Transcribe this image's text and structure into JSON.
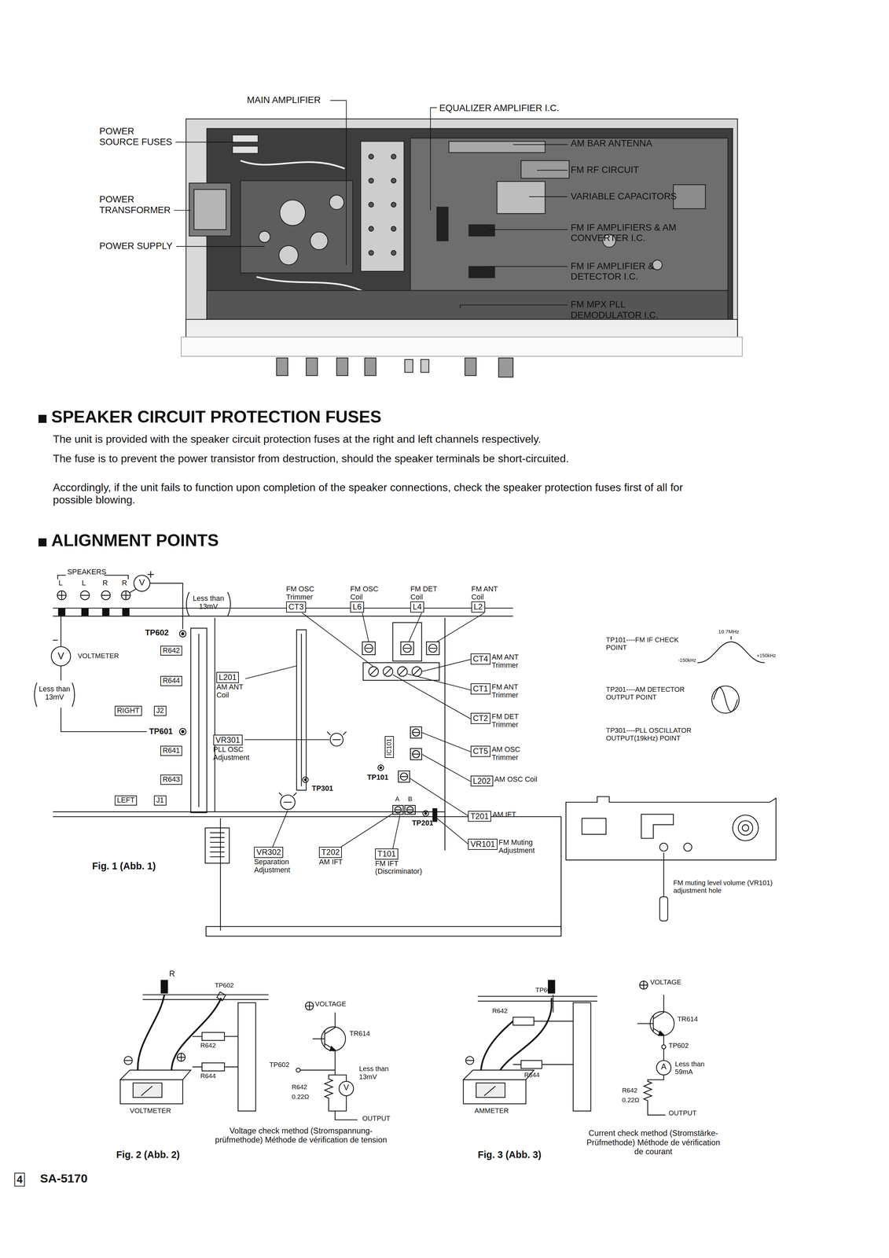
{
  "diagram": {
    "nodes": [
      {
        "text": [
          "CT3",
          "FM OSC Trimmer"
        ]
      },
      {
        "text": [
          "L6",
          "FM OSC Coil"
        ]
      },
      {
        "text": [
          "L4",
          "FM DET Coil"
        ]
      },
      {
        "text": [
          "L2",
          "FM ANT Coil"
        ]
      },
      {
        "text": [
          "L201",
          "AM ANT Coil"
        ]
      },
      {
        "text": [
          "CT4",
          "AM ANT Trimmer"
        ]
      },
      {
        "text": [
          "CT1",
          "FM ANT Trimmer"
        ]
      },
      {
        "text": [
          "CT2",
          "FM DET Trimmer"
        ]
      },
      {
        "text": [
          "VR301",
          "PLL OSC Adjustment"
        ]
      },
      {
        "text": [
          "IC101"
        ]
      },
      {
        "text": [
          "CT5",
          "AM OSC Trimmer"
        ]
      },
      {
        "text": [
          "L202",
          "AM OSC Coil"
        ]
      },
      {
        "text": [
          "T201",
          "AM IFT"
        ]
      },
      {
        "text": [
          "VR101",
          "FM Muting Adjustment"
        ]
      },
      {
        "text": [
          "VR302",
          "Separation Adjustment"
        ]
      },
      {
        "text": [
          "T202",
          "AM IFT"
        ]
      },
      {
        "text": [
          "T101",
          "FM IFT (Discriminator)"
        ]
      },
      {
        "text": [
          "R642"
        ]
      },
      {
        "text": [
          "R644"
        ]
      },
      {
        "text": [
          "RIGHT"
        ]
      },
      {
        "text": [
          "J2"
        ]
      },
      {
        "text": [
          "R641"
        ]
      },
      {
        "text": [
          "R643"
        ]
      },
      {
        "text": [
          "LEFT"
        ]
      },
      {
        "text": [
          "J1"
        ]
      },
      {
        "text": [
          "4"
        ]
      }
    ],
    "labels": [
      "MAIN AMPLIFIER",
      "POWER SOURCE FUSES",
      "POWER TRANSFORMER",
      "POWER SUPPLY",
      "EQUALIZER AMPLIFIER I.C.",
      "AM BAR ANTENNA",
      "FM RF CIRCUIT",
      "VARIABLE CAPACITORS",
      "FM IF AMPLIFIERS & AM CONVERTER I.C.",
      "FM IF AMPLIFIER & DETECTOR I.C.",
      "FM MPX PLL DEMODULATOR I.C.",
      "SPEAKER CIRCUIT PROTECTION FUSES",
      "The unit is provided with the speaker circuit protection fuses at the right and left channels respectively.",
      "The fuse is to prevent the power transistor from destruction, should the speaker terminals be short-circuited.",
      "Accordingly, if the unit fails to function upon completion of the speaker connections, check the speaker protection fuses first of all for possible blowing.",
      "ALIGNMENT POINTS",
      "SPEAKERS",
      "L",
      "L",
      "R",
      "R",
      "V",
      "Less than 13mV",
      "TP602",
      "V",
      "VOLTMETER",
      "Less than 13mV",
      "TP601",
      "TP301",
      "TP101",
      "A",
      "B",
      "TP201",
      "Fig. 1 (Abb. 1)",
      "TP101----FM IF CHECK POINT",
      "10.7MHz",
      "-150kHz",
      "+150kHz",
      "TP201----AM DETECTOR OUTPUT POINT",
      "TP301----PLL OSCILLATOR OUTPUT(19kHz) POINT",
      "FM muting level volume (VR101) adjustment hole",
      "R",
      "TP602",
      "R642",
      "R644",
      "VOLTMETER",
      "VOLTAGE",
      "TR614",
      "TP602",
      "R642",
      "0.22Ω",
      "V",
      "Less than 13mV",
      "OUTPUT",
      "Fig. 2 (Abb. 2)",
      "Voltage check method (Stromspannung-prüfmethode) Méthode de vérification de tension",
      "TP602",
      "R642",
      "R644",
      "AMMETER",
      "VOLTAGE",
      "TR614",
      "TP602",
      "A",
      "Less than 59mA",
      "R642",
      "0.22Ω",
      "OUTPUT",
      "Fig. 3 (Abb. 3)",
      "Current check method (Stromstärke-Prüfmethode) Méthode de vérification de courant",
      "SA-5170"
    ]
  }
}
